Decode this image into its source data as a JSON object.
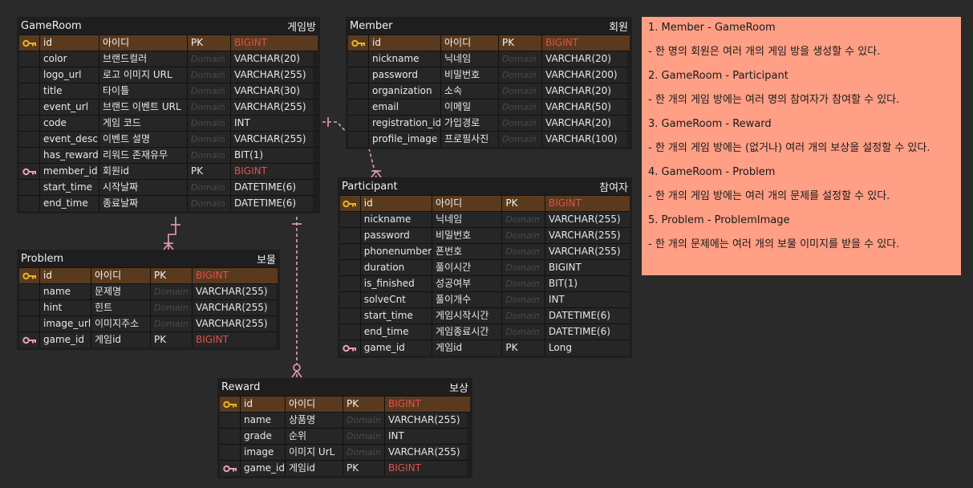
{
  "tables": {
    "gameroom": {
      "title": "GameRoom",
      "title_ko": "게임방",
      "rows": [
        {
          "icon": "key-gold",
          "name": "id",
          "label": "아이디",
          "domain": "PK",
          "type": "BIGINT",
          "pk": true
        },
        {
          "icon": "",
          "name": "color",
          "label": "브랜드컬러",
          "domain": "Domain",
          "type": "VARCHAR(20)"
        },
        {
          "icon": "",
          "name": "logo_url",
          "label": "로고 이미지 URL",
          "domain": "Domain",
          "type": "VARCHAR(255)"
        },
        {
          "icon": "",
          "name": "title",
          "label": "타이틀",
          "domain": "Domain",
          "type": "VARCHAR(30)"
        },
        {
          "icon": "",
          "name": "event_url",
          "label": "브랜드 이벤트 URL",
          "domain": "Domain",
          "type": "VARCHAR(255)"
        },
        {
          "icon": "",
          "name": "code",
          "label": "게임 코드",
          "domain": "Domain",
          "type": "INT"
        },
        {
          "icon": "",
          "name": "event_desc",
          "label": "이벤트 설명",
          "domain": "Domain",
          "type": "VARCHAR(255)"
        },
        {
          "icon": "",
          "name": "has_reward",
          "label": "리워드 존재유무",
          "domain": "Domain",
          "type": "BIT(1)"
        },
        {
          "icon": "key-pink",
          "name": "member_id",
          "label": "회원id",
          "domain": "PK",
          "type": "BIGINT",
          "fk": true
        },
        {
          "icon": "",
          "name": "start_time",
          "label": "시작날짜",
          "domain": "Domain",
          "type": "DATETIME(6)"
        },
        {
          "icon": "",
          "name": "end_time",
          "label": "종료날짜",
          "domain": "Domain",
          "type": "DATETIME(6)"
        }
      ]
    },
    "member": {
      "title": "Member",
      "title_ko": "회원",
      "rows": [
        {
          "icon": "key-gold",
          "name": "id",
          "label": "아이디",
          "domain": "PK",
          "type": "BIGINT",
          "pk": true
        },
        {
          "icon": "",
          "name": "nickname",
          "label": "닉네임",
          "domain": "Domain",
          "type": "VARCHAR(20)"
        },
        {
          "icon": "",
          "name": "password",
          "label": "비밀번호",
          "domain": "Domain",
          "type": "VARCHAR(200)"
        },
        {
          "icon": "",
          "name": "organization",
          "label": "소속",
          "domain": "Domain",
          "type": "VARCHAR(20)"
        },
        {
          "icon": "",
          "name": "email",
          "label": "이메일",
          "domain": "Domain",
          "type": "VARCHAR(50)"
        },
        {
          "icon": "",
          "name": "registration_id",
          "label": "가입경로",
          "domain": "Domain",
          "type": "VARCHAR(20)"
        },
        {
          "icon": "",
          "name": "profile_image",
          "label": "프로필사진",
          "domain": "Domain",
          "type": "VARCHAR(100)"
        }
      ]
    },
    "participant": {
      "title": "Participant",
      "title_ko": "참여자",
      "rows": [
        {
          "icon": "key-gold",
          "name": "id",
          "label": "아이디",
          "domain": "PK",
          "type": "BIGINT",
          "pk": true
        },
        {
          "icon": "",
          "name": "nickname",
          "label": "닉네임",
          "domain": "Domain",
          "type": "VARCHAR(255)"
        },
        {
          "icon": "",
          "name": "password",
          "label": "비밀번호",
          "domain": "Domain",
          "type": "VARCHAR(255)"
        },
        {
          "icon": "",
          "name": "phonenumber",
          "label": "폰번호",
          "domain": "Domain",
          "type": "VARCHAR(255)"
        },
        {
          "icon": "",
          "name": "duration",
          "label": "풀이시간",
          "domain": "Domain",
          "type": "BIGINT"
        },
        {
          "icon": "",
          "name": "is_finished",
          "label": "성공여부",
          "domain": "Domain",
          "type": "BIT(1)"
        },
        {
          "icon": "",
          "name": "solveCnt",
          "label": "풀이개수",
          "domain": "Domain",
          "type": "INT"
        },
        {
          "icon": "",
          "name": "start_time",
          "label": "게임시작시간",
          "domain": "Domain",
          "type": "DATETIME(6)"
        },
        {
          "icon": "",
          "name": "end_time",
          "label": "게임종료시간",
          "domain": "Domain",
          "type": "DATETIME(6)"
        },
        {
          "icon": "key-pink",
          "name": "game_id",
          "label": "게임id",
          "domain": "PK",
          "type": "Long",
          "fk": true,
          "plain": true
        }
      ]
    },
    "problem": {
      "title": "Problem",
      "title_ko": "보물",
      "rows": [
        {
          "icon": "key-gold",
          "name": "id",
          "label": "아이디",
          "domain": "PK",
          "type": "BIGINT",
          "pk": true
        },
        {
          "icon": "",
          "name": "name",
          "label": "문제명",
          "domain": "Domain",
          "type": "VARCHAR(255)"
        },
        {
          "icon": "",
          "name": "hint",
          "label": "힌트",
          "domain": "Domain",
          "type": "VARCHAR(255)"
        },
        {
          "icon": "",
          "name": "image_url",
          "label": "이미지주소",
          "domain": "Domain",
          "type": "VARCHAR(255)"
        },
        {
          "icon": "key-pink",
          "name": "game_id",
          "label": "게임id",
          "domain": "PK",
          "type": "BIGINT",
          "fk": true
        }
      ]
    },
    "reward": {
      "title": "Reward",
      "title_ko": "보상",
      "rows": [
        {
          "icon": "key-gold",
          "name": "id",
          "label": "아이디",
          "domain": "PK",
          "type": "BIGINT",
          "pk": true
        },
        {
          "icon": "",
          "name": "name",
          "label": "상품명",
          "domain": "Domain",
          "type": "VARCHAR(255)"
        },
        {
          "icon": "",
          "name": "grade",
          "label": "순위",
          "domain": "Domain",
          "type": "INT"
        },
        {
          "icon": "",
          "name": "image",
          "label": "이미지 UrL",
          "domain": "Domain",
          "type": "VARCHAR(255)"
        },
        {
          "icon": "key-pink",
          "name": "game_id",
          "label": "게임id",
          "domain": "PK",
          "type": "BIGINT",
          "fk": true
        }
      ]
    }
  },
  "notes": [
    "1. Member - GameRoom",
    "- 한 명의 회원은 여러 개의 게임 방을 생성할 수 있다.",
    "2. GameRoom - Participant",
    "- 한 개의 게임 방에는 여러 명의 참여자가 참여할 수 있다.",
    "3. GameRoom - Reward",
    "- 한 개의 게임 방에는 (없거나) 여러 개의 보상을 설정할 수 있다.",
    "4. GameRoom - Problem",
    "- 한 개의 게임 방에는 여러 개의 문제를 설정할 수 있다.",
    "5. Problem - ProblemImage",
    "- 한 개의 문제에는 여러 개의 보물 이미지를 받을 수 있다."
  ],
  "colors": {
    "background": "#2a2a2a",
    "pk_row": "#5a3a1e",
    "key_gold": "#e6b422",
    "key_pink": "#e8a0b0",
    "type_red": "#e05050",
    "note_bg": "#ff9f85",
    "relation_line": "#e8a0b0"
  }
}
